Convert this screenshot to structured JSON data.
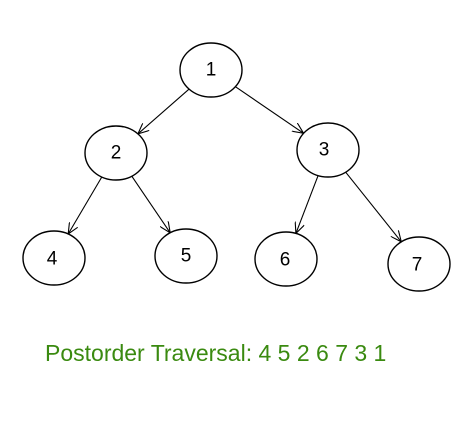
{
  "diagram": {
    "type": "binary-tree",
    "nodes": [
      {
        "id": "n1",
        "label": "1"
      },
      {
        "id": "n2",
        "label": "2"
      },
      {
        "id": "n3",
        "label": "3"
      },
      {
        "id": "n4",
        "label": "4"
      },
      {
        "id": "n5",
        "label": "5"
      },
      {
        "id": "n6",
        "label": "6"
      },
      {
        "id": "n7",
        "label": "7"
      }
    ],
    "edges": [
      {
        "from": "n1",
        "to": "n2"
      },
      {
        "from": "n1",
        "to": "n3"
      },
      {
        "from": "n2",
        "to": "n4"
      },
      {
        "from": "n2",
        "to": "n5"
      },
      {
        "from": "n3",
        "to": "n6"
      },
      {
        "from": "n3",
        "to": "n7"
      }
    ]
  },
  "caption": {
    "text": "Postorder Traversal: 4 5 2 6 7 3 1"
  },
  "colors": {
    "caption": "#3a8a10",
    "stroke": "#000000",
    "node_fill": "#ffffff"
  }
}
